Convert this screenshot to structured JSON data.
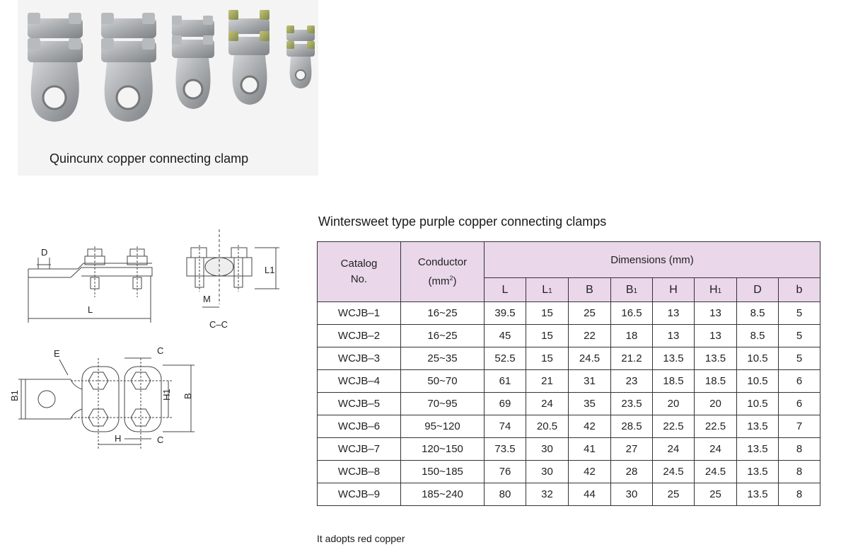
{
  "photo": {
    "caption": "Quincunx copper connecting clamp"
  },
  "drawings": {
    "side_view": {
      "label_D": "D",
      "label_L": "L"
    },
    "section_view": {
      "label_L1": "L1",
      "label_M": "M",
      "caption": "C–C"
    },
    "top_view": {
      "label_E": "E",
      "label_C_top": "C",
      "label_C_bottom": "C",
      "label_B1": "B1",
      "label_H1": "H1",
      "label_B": "B",
      "label_H": "H"
    }
  },
  "table": {
    "title": "Wintersweet type purple copper connecting clamps",
    "header_catalog_line1": "Catalog",
    "header_catalog_line2": "No.",
    "header_conductor_line1": "Conductor",
    "header_conductor_line2": "(mm",
    "header_conductor_sup": "2",
    "header_conductor_close": ")",
    "header_dimensions": "Dimensions (mm)",
    "dim_columns": [
      {
        "main": "L",
        "sub": ""
      },
      {
        "main": "L",
        "sub": "1"
      },
      {
        "main": "B",
        "sub": ""
      },
      {
        "main": "B",
        "sub": "1"
      },
      {
        "main": "H",
        "sub": ""
      },
      {
        "main": "H",
        "sub": "1"
      },
      {
        "main": "D",
        "sub": ""
      },
      {
        "main": "b",
        "sub": ""
      }
    ],
    "rows": [
      [
        "WCJB–1",
        "16~25",
        "39.5",
        "15",
        "25",
        "16.5",
        "13",
        "13",
        "8.5",
        "5"
      ],
      [
        "WCJB–2",
        "16~25",
        "45",
        "15",
        "22",
        "18",
        "13",
        "13",
        "8.5",
        "5"
      ],
      [
        "WCJB–3",
        "25~35",
        "52.5",
        "15",
        "24.5",
        "21.2",
        "13.5",
        "13.5",
        "10.5",
        "5"
      ],
      [
        "WCJB–4",
        "50~70",
        "61",
        "21",
        "31",
        "23",
        "18.5",
        "18.5",
        "10.5",
        "6"
      ],
      [
        "WCJB–5",
        "70~95",
        "69",
        "24",
        "35",
        "23.5",
        "20",
        "20",
        "10.5",
        "6"
      ],
      [
        "WCJB–6",
        "95~120",
        "74",
        "20.5",
        "42",
        "28.5",
        "22.5",
        "22.5",
        "13.5",
        "7"
      ],
      [
        "WCJB–7",
        "120~150",
        "73.5",
        "30",
        "41",
        "27",
        "24",
        "24",
        "13.5",
        "8"
      ],
      [
        "WCJB–8",
        "150~185",
        "76",
        "30",
        "42",
        "28",
        "24.5",
        "24.5",
        "13.5",
        "8"
      ],
      [
        "WCJB–9",
        "185~240",
        "80",
        "32",
        "44",
        "30",
        "25",
        "25",
        "13.5",
        "8"
      ]
    ]
  },
  "note": "It adopts red copper",
  "colors": {
    "header_bg": "#ead7ea",
    "border": "#333333"
  }
}
